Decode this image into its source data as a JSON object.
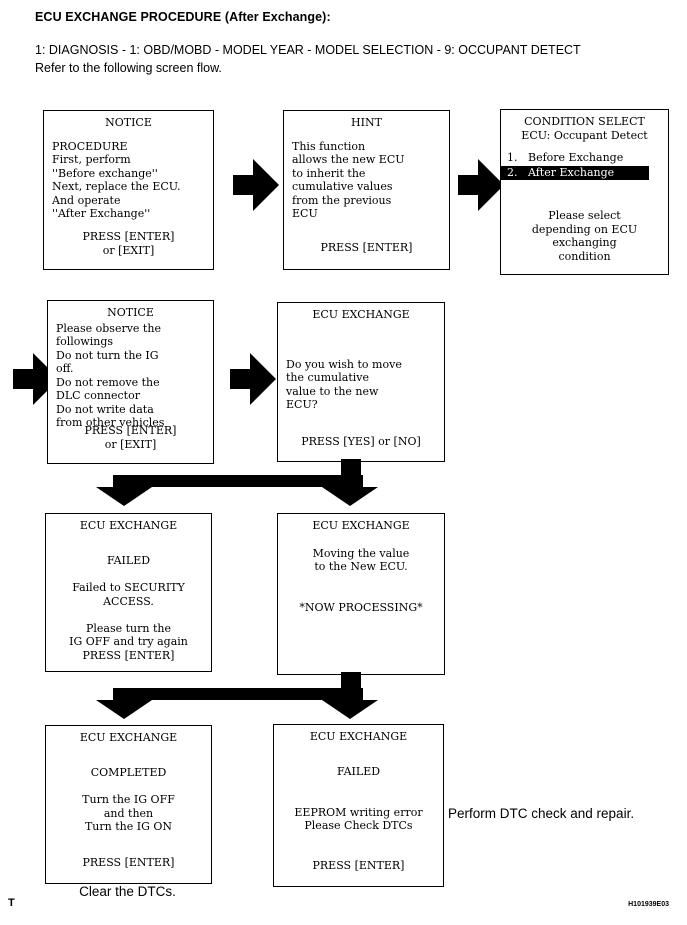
{
  "header": {
    "title": "ECU EXCHANGE PROCEDURE (After Exchange):",
    "path_line": "1: DIAGNOSIS - 1: OBD/MOBD - MODEL YEAR - MODEL SELECTION - 9: OCCUPANT DETECT",
    "subtitle": "Refer to the following screen flow."
  },
  "flow": {
    "boxes": [
      {
        "id": "notice-procedure",
        "title_lines": [
          "NOTICE"
        ],
        "body_lines": [
          "PROCEDURE",
          "First, perform",
          "''Before exchange''",
          "Next, replace the ECU.",
          "And operate",
          "''After Exchange''"
        ],
        "footer_lines": [
          "PRESS [ENTER]",
          "or [EXIT]"
        ]
      },
      {
        "id": "hint",
        "title_lines": [
          "HINT"
        ],
        "body_lines": [
          "This function",
          "allows the new ECU",
          "to inherit the",
          "cumulative values",
          "from the previous",
          "ECU"
        ],
        "footer_lines": [
          "PRESS [ENTER]"
        ]
      },
      {
        "id": "condition-select",
        "title_lines": [
          "CONDITION SELECT",
          "ECU: Occupant Detect"
        ],
        "menu": [
          {
            "label": "1.   Before Exchange",
            "highlighted": false
          },
          {
            "label": "2.   After Exchange",
            "highlighted": true
          }
        ],
        "footer_lines": [
          "Please select",
          "depending on ECU",
          "exchanging",
          "condition"
        ]
      },
      {
        "id": "notice-observe",
        "title_lines": [
          "NOTICE"
        ],
        "body_lines": [
          "Please observe the",
          "followings",
          "Do not turn the IG",
          "off.",
          "Do not remove the",
          "DLC connector",
          "Do not write data",
          "from other vehicles"
        ],
        "footer_lines": [
          "PRESS [ENTER]",
          "or [EXIT]"
        ]
      },
      {
        "id": "exchange-question",
        "title_lines": [
          "ECU EXCHANGE"
        ],
        "body_lines": [
          "Do you wish to move",
          "the cumulative",
          "value to the new",
          "ECU?"
        ],
        "footer_lines": [
          "PRESS [YES] or [NO]"
        ]
      },
      {
        "id": "exchange-failed-security",
        "title_lines": [
          "ECU EXCHANGE"
        ],
        "body_lines": [
          "",
          "FAILED",
          "",
          "Failed to SECURITY",
          "ACCESS.",
          "",
          "Please turn the",
          "IG OFF and try again"
        ],
        "footer_lines": [
          "PRESS [ENTER]"
        ]
      },
      {
        "id": "exchange-processing",
        "title_lines": [
          "ECU EXCHANGE"
        ],
        "body_lines": [
          "Moving the value",
          "to the New ECU.",
          "",
          "",
          "*NOW PROCESSING*"
        ],
        "footer_lines": []
      },
      {
        "id": "exchange-completed",
        "title_lines": [
          "ECU EXCHANGE"
        ],
        "body_lines": [
          "",
          "COMPLETED",
          "",
          "Turn the IG OFF",
          "and then",
          "Turn the IG ON"
        ],
        "footer_lines": [
          "PRESS [ENTER]"
        ]
      },
      {
        "id": "exchange-failed-eeprom",
        "title_lines": [
          "ECU EXCHANGE"
        ],
        "body_lines": [
          "",
          "FAILED",
          "",
          "",
          "EEPROM writing error",
          "Please Check DTCs"
        ],
        "footer_lines": [
          "PRESS [ENTER]"
        ]
      }
    ]
  },
  "captions": {
    "clear_dtcs": "Clear the DTCs.",
    "perform_dtc": "Perform DTC check and repair."
  },
  "footer": {
    "left_mark": "T",
    "doc_code": "H101939E03"
  },
  "colors": {
    "ink": "#000000",
    "paper": "#ffffff",
    "highlight_bg": "#000000",
    "highlight_text": "#ffffff"
  }
}
